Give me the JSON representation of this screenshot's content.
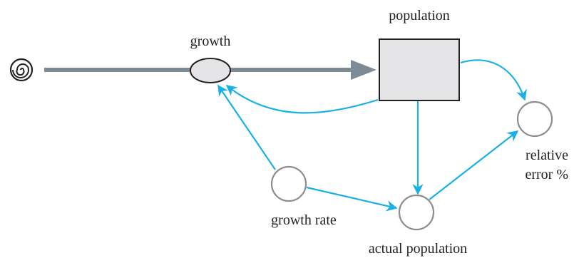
{
  "nodes": {
    "population": {
      "label": "population",
      "kind": "stock"
    },
    "growth": {
      "label": "growth",
      "kind": "flow"
    },
    "growth_rate": {
      "label": "growth rate",
      "kind": "converter"
    },
    "actual_population": {
      "label": "actual population",
      "kind": "converter"
    },
    "relative_error": {
      "label_line1": "relative",
      "label_line2": "error %",
      "kind": "converter"
    }
  },
  "source": {
    "icon": "cloud-spiral-icon"
  },
  "connections": [
    {
      "from": "population",
      "to": "growth"
    },
    {
      "from": "growth_rate",
      "to": "growth"
    },
    {
      "from": "growth_rate",
      "to": "actual_population"
    },
    {
      "from": "population",
      "to": "actual_population"
    },
    {
      "from": "population",
      "to": "relative_error"
    },
    {
      "from": "actual_population",
      "to": "relative_error"
    }
  ],
  "colors": {
    "flow_pipe": "#7d8b97",
    "connector": "#1ab0e6",
    "converter_stroke": "#8c8c8c",
    "stock_fill": "#e4e4e6",
    "flow_fill": "#e4e4e6",
    "text": "#231f20"
  }
}
